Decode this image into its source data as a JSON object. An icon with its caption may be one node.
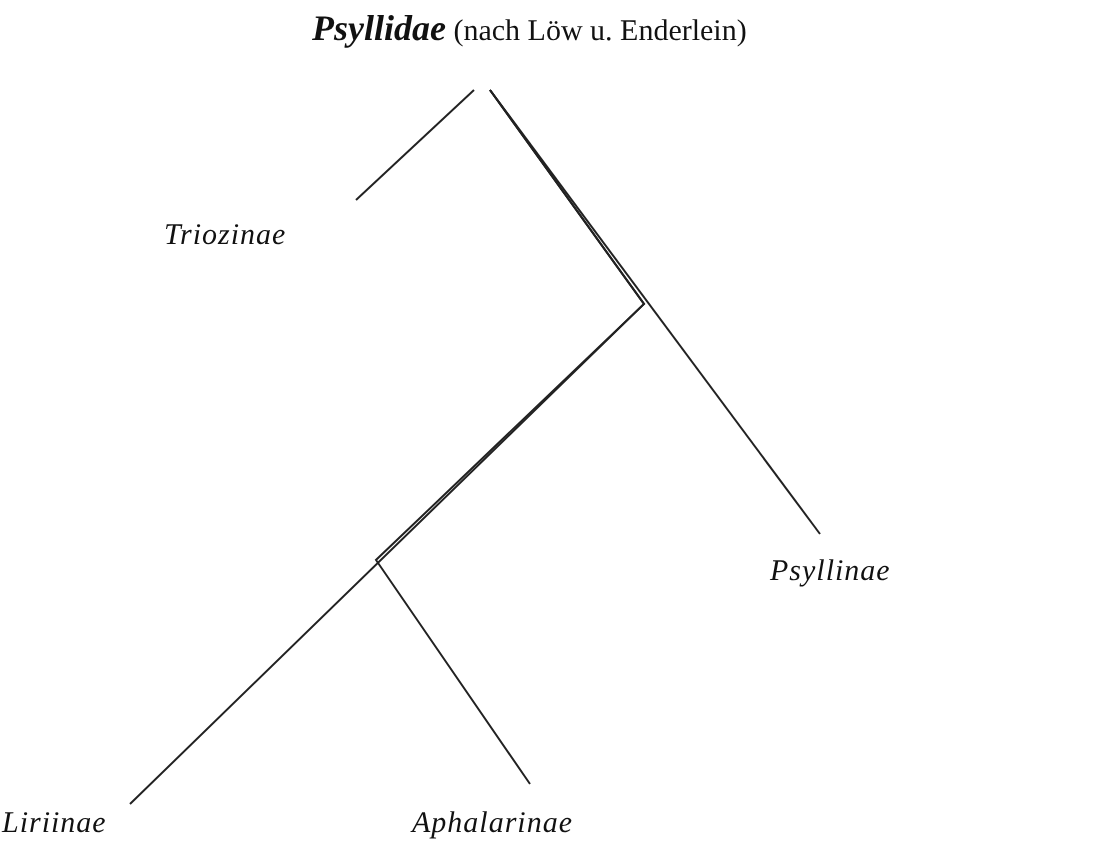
{
  "diagram": {
    "nodes": [
      {
        "text": [
          "**Psyllidae** (nach Löw u. Enderlein)"
        ]
      },
      {
        "text": [
          "Triozinae"
        ]
      },
      {
        "text": [
          "Psyllinae"
        ]
      },
      {
        "text": [
          "Liriinae"
        ]
      },
      {
        "text": [
          "Aphalarinae"
        ]
      }
    ],
    "edges": [
      {
        "from": 0,
        "to": 1,
        "arrow": "none"
      },
      {
        "from": 0,
        "to": 2,
        "arrow": "none"
      },
      {
        "from": 0,
        "to": 3,
        "arrow": "none"
      },
      {
        "from": 0,
        "to": 4,
        "arrow": "none"
      }
    ]
  }
}
